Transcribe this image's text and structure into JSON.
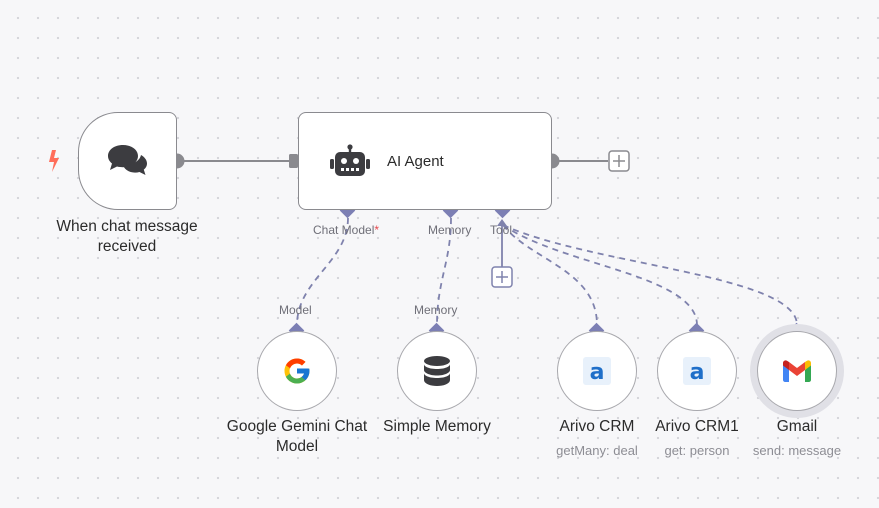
{
  "nodes": {
    "trigger": {
      "label": "When chat message received"
    },
    "agent": {
      "label": "AI Agent"
    },
    "gemini": {
      "label": "Google Gemini Chat Model",
      "port_label": "Model"
    },
    "memory": {
      "label": "Simple Memory",
      "port_label": "Memory"
    },
    "crm": {
      "label": "Arivo CRM",
      "sublabel": "getMany: deal"
    },
    "crm1": {
      "label": "Arivo CRM1",
      "sublabel": "get: person"
    },
    "gmail": {
      "label": "Gmail",
      "sublabel": "send: message"
    }
  },
  "agent_ports": {
    "chat_model": "Chat Model",
    "chat_model_required": "*",
    "memory": "Memory",
    "tool": "Tool"
  },
  "colors": {
    "trigger_bolt": "#ff6d5a",
    "port": "#7c7fb4",
    "wire": "#7f82ad",
    "main_wire": "#8a8a8f",
    "required": "#e5484d"
  },
  "icons": {
    "trigger": "chat-bubbles-icon",
    "agent": "robot-icon",
    "gemini": "google-g-icon",
    "memory": "database-icon",
    "crm": "arivo-logo-icon",
    "gmail": "gmail-logo-icon",
    "add": "plus-square-icon",
    "bolt": "lightning-bolt-icon"
  }
}
